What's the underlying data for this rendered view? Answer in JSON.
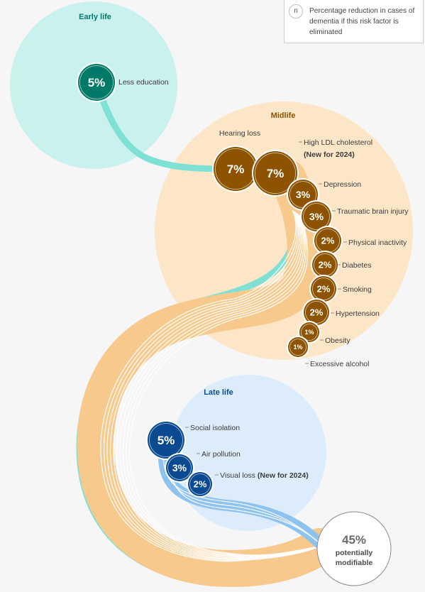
{
  "legend": {
    "symbol": "n",
    "text": "Percentage reduction in cases of dementia if this risk factor is eliminated"
  },
  "stages": {
    "early": {
      "title": "Early life",
      "color": "#007a68"
    },
    "mid": {
      "title": "Midlife",
      "color": "#8d5300"
    },
    "late": {
      "title": "Late life",
      "color": "#0b4a90"
    }
  },
  "risk_factors": [
    {
      "id": "less-education",
      "stage": "early",
      "value": "5%",
      "label": "Less education"
    },
    {
      "id": "hearing-loss",
      "stage": "mid",
      "value": "7%",
      "label": "Hearing loss"
    },
    {
      "id": "high-ldl-cholesterol",
      "stage": "mid",
      "value": "7%",
      "label": "High LDL cholesterol",
      "note": "(New for 2024)"
    },
    {
      "id": "depression",
      "stage": "mid",
      "value": "3%",
      "label": "Depression"
    },
    {
      "id": "traumatic-brain-injury",
      "stage": "mid",
      "value": "3%",
      "label": "Traumatic brain injury"
    },
    {
      "id": "physical-inactivity",
      "stage": "mid",
      "value": "2%",
      "label": "Physical inactivity"
    },
    {
      "id": "diabetes",
      "stage": "mid",
      "value": "2%",
      "label": "Diabetes"
    },
    {
      "id": "smoking",
      "stage": "mid",
      "value": "2%",
      "label": "Smoking"
    },
    {
      "id": "hypertension",
      "stage": "mid",
      "value": "2%",
      "label": "Hypertension"
    },
    {
      "id": "obesity",
      "stage": "mid",
      "value": "1%",
      "label": "Obesity"
    },
    {
      "id": "excessive-alcohol",
      "stage": "mid",
      "value": "1%",
      "label": "Excessive alcohol"
    },
    {
      "id": "social-isolation",
      "stage": "late",
      "value": "5%",
      "label": "Social isolation"
    },
    {
      "id": "air-pollution",
      "stage": "late",
      "value": "3%",
      "label": "Air pollution"
    },
    {
      "id": "visual-loss",
      "stage": "late",
      "value": "2%",
      "label": "Visual loss",
      "note": "(New for 2024)"
    }
  ],
  "total": {
    "value": "45%",
    "line1": "potentially",
    "line2": "modifiable"
  },
  "colors": {
    "background": "#f6f6f6",
    "early_bg": "#c9f1ee",
    "mid_bg": "#fde6c7",
    "late_bg": "#dcecfb",
    "early_stream": "#7fe0d4",
    "mid_stream": "#f7c98d",
    "late_stream": "#8ec3f0",
    "early_node": "#007a68",
    "mid_node": "#8d5300",
    "late_node": "#0b4a90"
  }
}
